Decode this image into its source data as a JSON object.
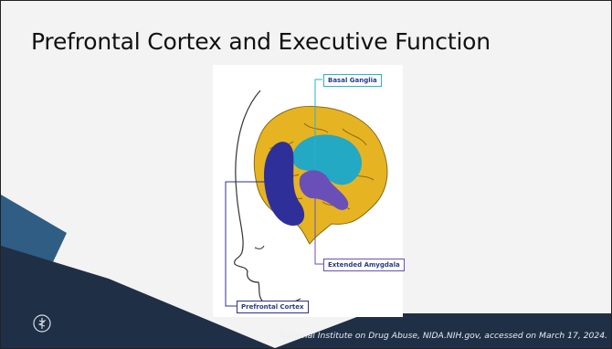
{
  "slide": {
    "title": "Prefrontal Cortex and Executive Function",
    "citation": "National Institute on Drug Abuse, NIDA.NIH.gov, accessed on March 17, 2024."
  },
  "figure": {
    "labels": {
      "basal_ganglia": "Basal Ganglia",
      "extended_amygdala": "Extended Amygdala",
      "prefrontal_cortex": "Prefrontal Cortex"
    }
  },
  "colors": {
    "navy": "#1f2f46",
    "steel_blue": "#2f5d84",
    "brain_yellow": "#e6b422",
    "basal_cyan": "#23a9c4",
    "amygdala_purple": "#6b4fb8",
    "pfc_blue": "#2f2f9a"
  },
  "icons": {
    "logo": "medical-caduceus-seal-icon"
  }
}
